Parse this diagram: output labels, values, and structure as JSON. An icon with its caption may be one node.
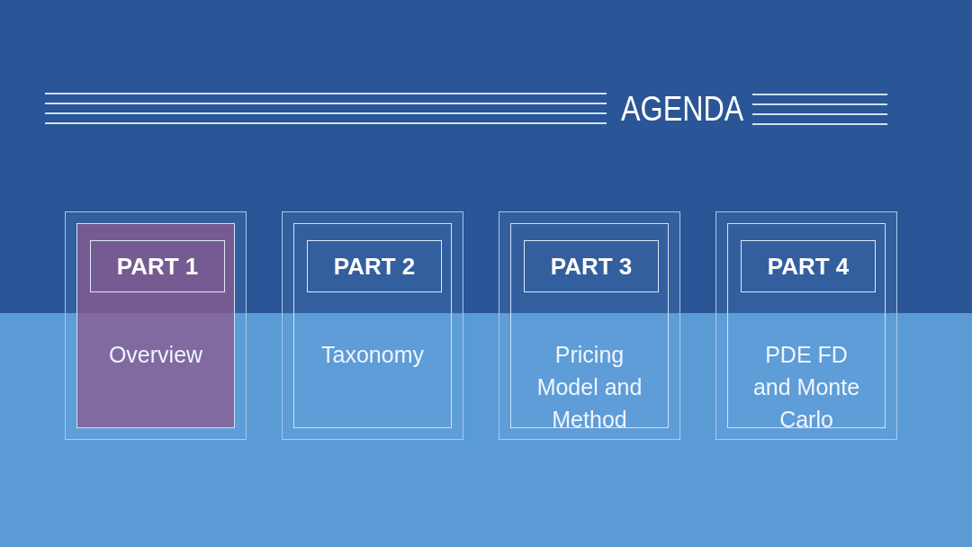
{
  "diagram": {
    "title": "AGENDA",
    "nodes": [
      {
        "text": [
          "Overview"
        ]
      },
      {
        "text": [
          "PART 1"
        ],
        "in": 0
      },
      {
        "text": [
          "Taxonomy"
        ]
      },
      {
        "text": [
          "PART 2"
        ],
        "in": 2
      },
      {
        "text": [
          "Pricing Model and Method"
        ]
      },
      {
        "text": [
          "PART 3"
        ],
        "in": 4
      },
      {
        "text": [
          "PDE FD and Monte Carlo"
        ]
      },
      {
        "text": [
          "PART 4"
        ],
        "in": 6
      }
    ]
  }
}
